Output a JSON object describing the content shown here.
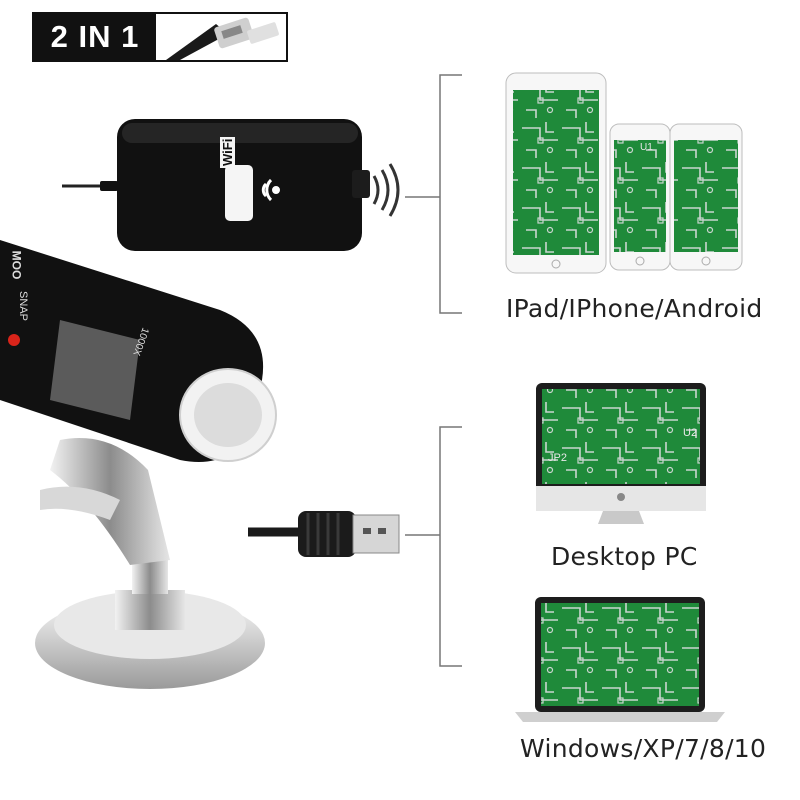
{
  "badge": {
    "label": "2 IN 1"
  },
  "captions": {
    "mobile": "IPad/IPhone/Android",
    "desktop": "Desktop PC",
    "laptop": "Windows/XP/7/8/10"
  },
  "logos": {
    "wifi": "WiFi",
    "brand": "MOO",
    "snap": "SNAP",
    "zoom": "1000X"
  },
  "pcb_labels": {
    "u1": "U1",
    "u2": "U2",
    "jp2": "JP2"
  },
  "colors": {
    "pcb_green": "#1f8a3a",
    "pcb_trace": "#c9d6cf",
    "device_black": "#111111",
    "chrome": "#c8c8c8",
    "bracket": "#777777"
  },
  "icons": [
    "wifi-signal-icon",
    "usb-plug-icon",
    "apple-logo-icon"
  ]
}
